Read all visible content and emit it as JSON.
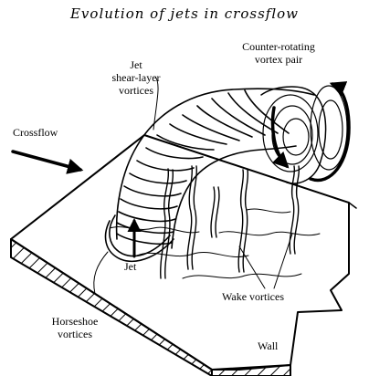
{
  "title": "Evolution of jets in crossflow",
  "labels": {
    "crossflow": "Crossflow",
    "jet_shear_line1": "Jet",
    "jet_shear_line2": "shear-layer",
    "jet_shear_line3": "vortices",
    "cvp_line1": "Counter-rotating",
    "cvp_line2": "vortex pair",
    "jet": "Jet",
    "wake": "Wake vortices",
    "horseshoe_line1": "Horseshoe",
    "horseshoe_line2": "vortices",
    "wall": "Wall"
  }
}
